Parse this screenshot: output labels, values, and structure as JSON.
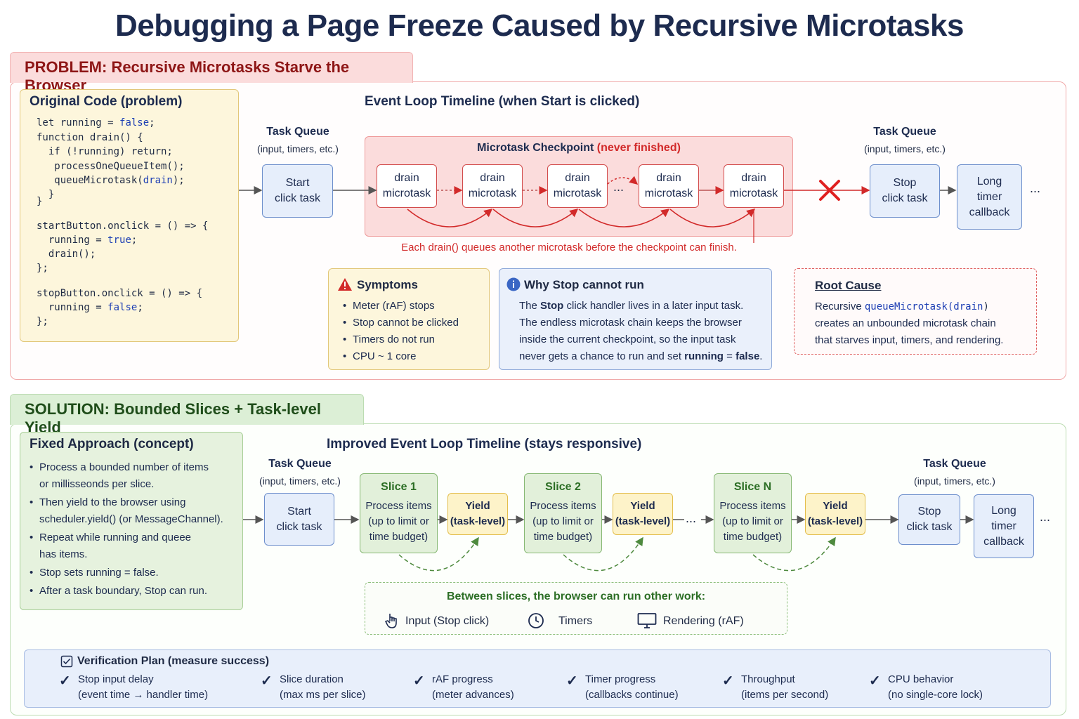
{
  "title": "Debugging a Page Freeze Caused by Recursive Microtasks",
  "problem": {
    "tab": "PROBLEM: Recursive Microtasks Starve the Browser",
    "code_title": "Original Code (problem)",
    "code": {
      "l1a": "let running = ",
      "l1b": "false",
      "l1c": ";",
      "l2": "function drain() {",
      "l3": "  if (!running) return;",
      "l4": "   processOneQueueItem();",
      "l5a": "   queueMicrotask(",
      "l5b": "drain",
      "l5c": ");",
      "l6": "  }",
      "l7": "}",
      "l8": "startButton.onclick = () => {",
      "l9a": "  running = ",
      "l9b": "true",
      "l9c": ";",
      "l10": "  drain();",
      "l11": "};",
      "l12": "stopButton.onclick = () => {",
      "l13a": "  running = ",
      "l13b": "false",
      "l13c": ";",
      "l14": "};"
    },
    "timeline_title": "Event Loop Timeline (when Start is clicked)",
    "left_queue_title": "Task Queue",
    "left_queue_sub": "(input, timers, etc.)",
    "start_line1": "Start",
    "start_line2": "click task",
    "checkpoint_title": "Microtask Checkpoint",
    "checkpoint_note": "(never finished)",
    "drain_line1": "drain",
    "drain_line2": "microtask",
    "ellipsis": "...",
    "right_queue_title": "Task Queue",
    "right_queue_sub": "(input, timers, etc.)",
    "stop_line1": "Stop",
    "stop_line2": "click task",
    "long_line1": "Long",
    "long_line2": "timer",
    "long_line3": "callback",
    "trailing": "...",
    "red_note": "Each drain() queues another microtask before the checkpoint can finish.",
    "symptoms": {
      "title": "Symptoms",
      "items": [
        "Meter (rAF) stops",
        "Stop cannot be clicked",
        "Timers do not run",
        "CPU ~ 1 core"
      ]
    },
    "why": {
      "title": "Why Stop cannot run",
      "p1a": "The ",
      "p1b": "Stop",
      "p1c": " click handler lives in a later input task.",
      "p2": "The endless microtask chain keeps the browser",
      "p3": "inside the current checkpoint, so the input task",
      "p4a": "never gets a chance to run and set ",
      "p4b": "running",
      "p4c": " = ",
      "p4d": "false",
      "p4e": "."
    },
    "root": {
      "title": "Root Cause",
      "l1a": "Recursive ",
      "l1b": "queueMicrotask(",
      "l1c": "drain",
      "l1d": ")",
      "l2": "creates an unbounded microtask chain",
      "l3": "that starves input, timers, and rendering."
    }
  },
  "solution": {
    "tab": "SOLUTION: Bounded Slices + Task-level Yield",
    "fixed_title": "Fixed Approach (concept)",
    "fixed_items": [
      {
        "a": "Process a bounded number of items",
        "b": "or millisseonds per slice."
      },
      {
        "a": "Then yield to the browser using",
        "b": "scheduler.yield() (or MessageChannel)."
      },
      {
        "a": "Repeat while running and queee",
        "b": "has items."
      },
      {
        "a": "Stop sets running  =  false.",
        "b": ""
      },
      {
        "a": "After a task boundary, Stop can run.",
        "b": ""
      }
    ],
    "timeline_title": "Improved Event Loop Timeline (stays responsive)",
    "left_queue_title": "Task Queue",
    "left_queue_sub": "(input, timers, etc.)",
    "start_line1": "Start",
    "start_line2": "click task",
    "slices": [
      {
        "title": "Slice 1"
      },
      {
        "title": "Slice 2"
      },
      {
        "title": "Slice N"
      }
    ],
    "slice_body1": "Process items",
    "slice_body2": "(up to limit or",
    "slice_body3": "time budget)",
    "yield_line1": "Yield",
    "yield_line2": "(task-level)",
    "ellipsis": "...",
    "right_queue_title": "Task Queue",
    "right_queue_sub": "(input, timers, etc.)",
    "stop_line1": "Stop",
    "stop_line2": "click task",
    "long_line1": "Long",
    "long_line2": "timer",
    "long_line3": "callback",
    "trailing": "...",
    "between_title": "Between slices, the browser can run other work:",
    "between_items": [
      "Input (Stop click)",
      "Timers",
      "Rendering (rAF)"
    ]
  },
  "verify": {
    "title": "Verification Plan (measure success)",
    "items": [
      {
        "a": "Stop input delay",
        "b": "(event time → handler time)"
      },
      {
        "a": "Slice duration",
        "b": "(max ms per slice)"
      },
      {
        "a": "rAF progress",
        "b": "(meter advances)"
      },
      {
        "a": "Timer progress",
        "b": "(callbacks continue)"
      },
      {
        "a": "Throughput",
        "b": "(items per second)"
      },
      {
        "a": "CPU behavior",
        "b": "(no single-core lock)"
      }
    ]
  },
  "colors": {
    "problem": "#d22a2a",
    "solution": "#2c6e25",
    "code_keyword": "#1e3fb4",
    "task_blue": "#6d8fcc"
  }
}
